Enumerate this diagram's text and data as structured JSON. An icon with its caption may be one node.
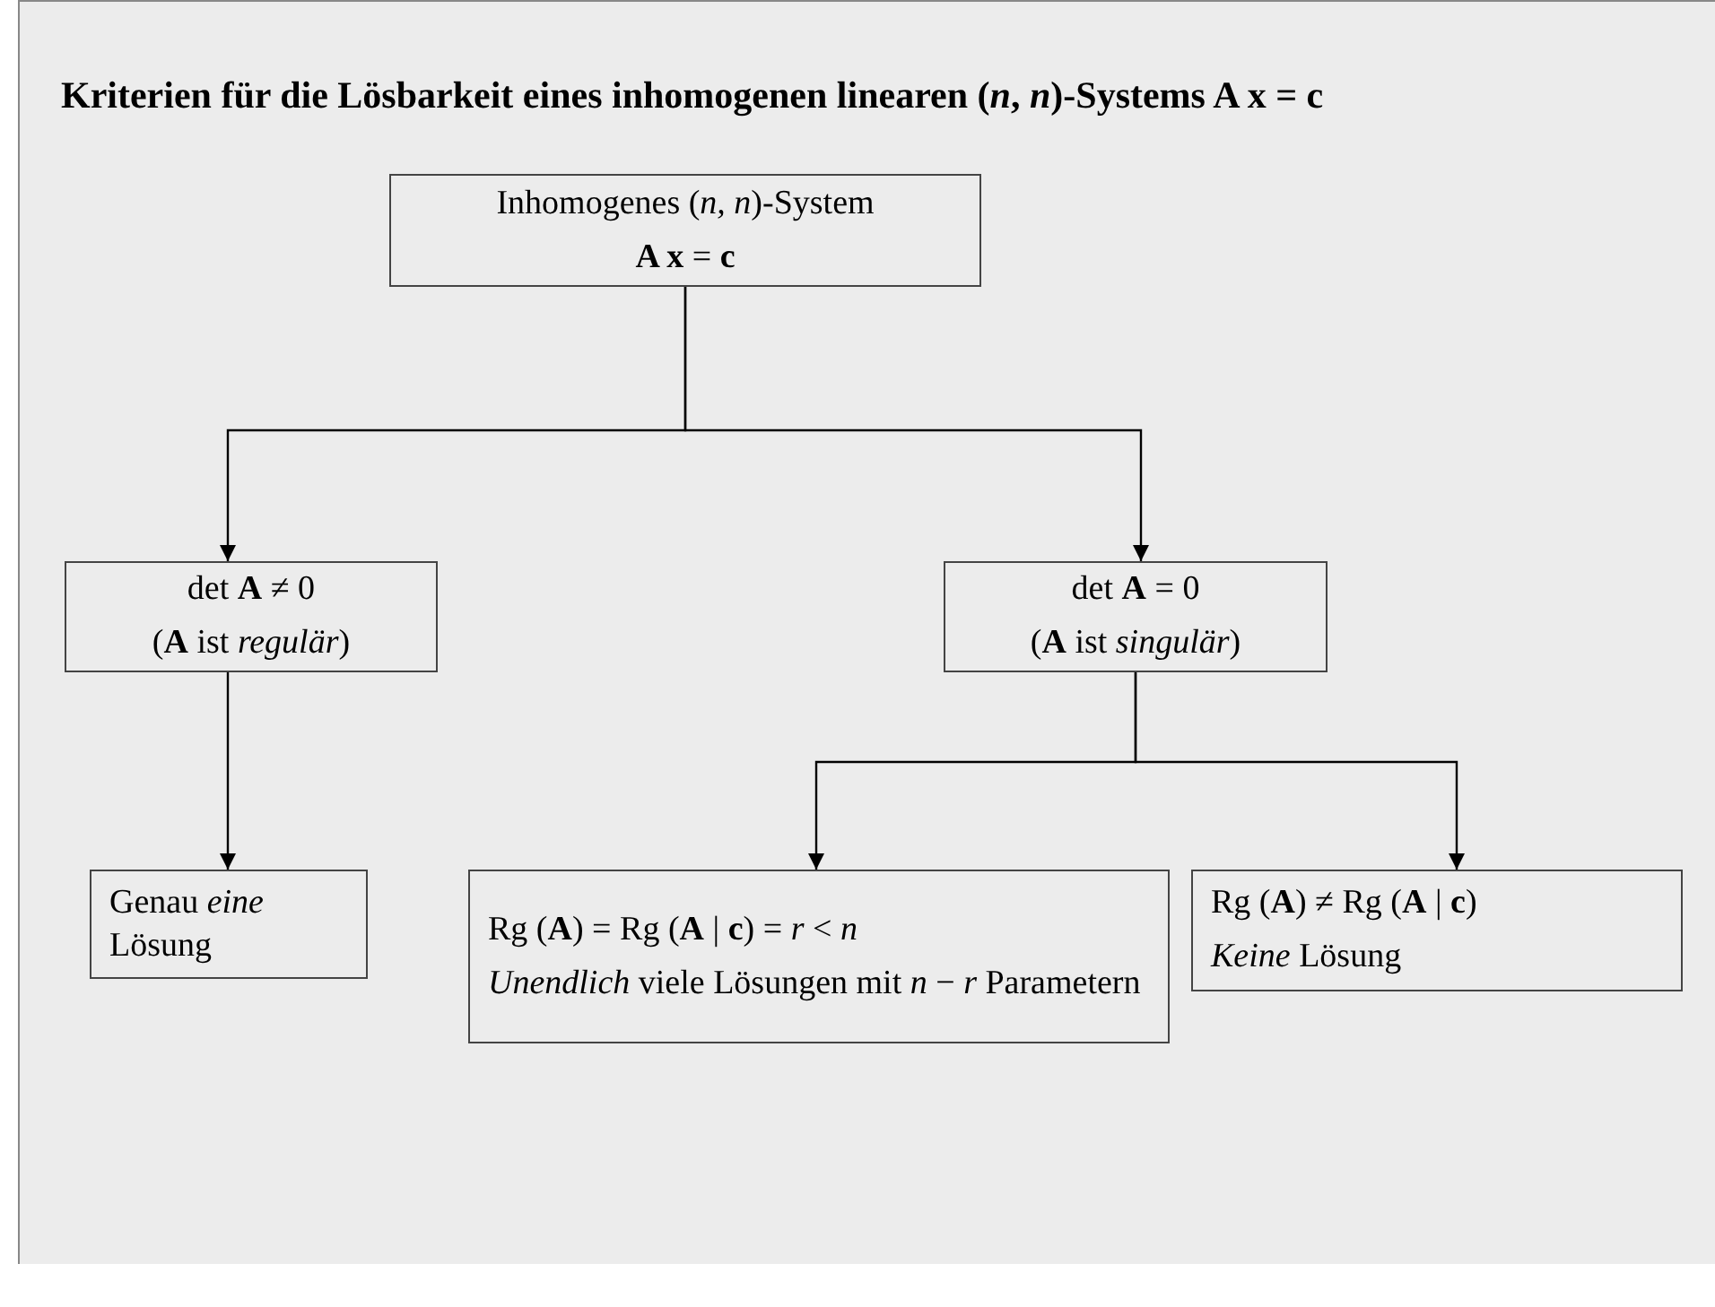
{
  "diagram": {
    "title": "Kriterien für die Lösbarkeit eines inhomogenen linearen (*n*, *n*)-Systems  A x = c",
    "nodes": [
      {
        "text": [
          "Inhomogenes (*n, n*)-System",
          "**A x** = **c**"
        ]
      },
      {
        "text": [
          "det **A** ≠ 0",
          "(**A** ist *regulär*)"
        ]
      },
      {
        "text": [
          "det **A** = 0",
          "(**A** ist *singulär*)"
        ]
      },
      {
        "text": [
          "Genau *eine* Lösung"
        ]
      },
      {
        "text": [
          "Rg (**A**) = Rg (**A** | **c**) = *r* < *n*",
          "*Unendlich* viele Lösungen mit *n* − *r* Parametern"
        ]
      },
      {
        "text": [
          "Rg (**A**) ≠ Rg (**A** | **c**)",
          "*Keine* Lösung"
        ]
      }
    ],
    "edges": [
      {
        "from": 0,
        "to": 1,
        "arrow": "to"
      },
      {
        "from": 0,
        "to": 2,
        "arrow": "to"
      },
      {
        "from": 1,
        "to": 3,
        "arrow": "to"
      },
      {
        "from": 2,
        "to": 4,
        "arrow": "to"
      },
      {
        "from": 2,
        "to": 5,
        "arrow": "to"
      }
    ]
  }
}
